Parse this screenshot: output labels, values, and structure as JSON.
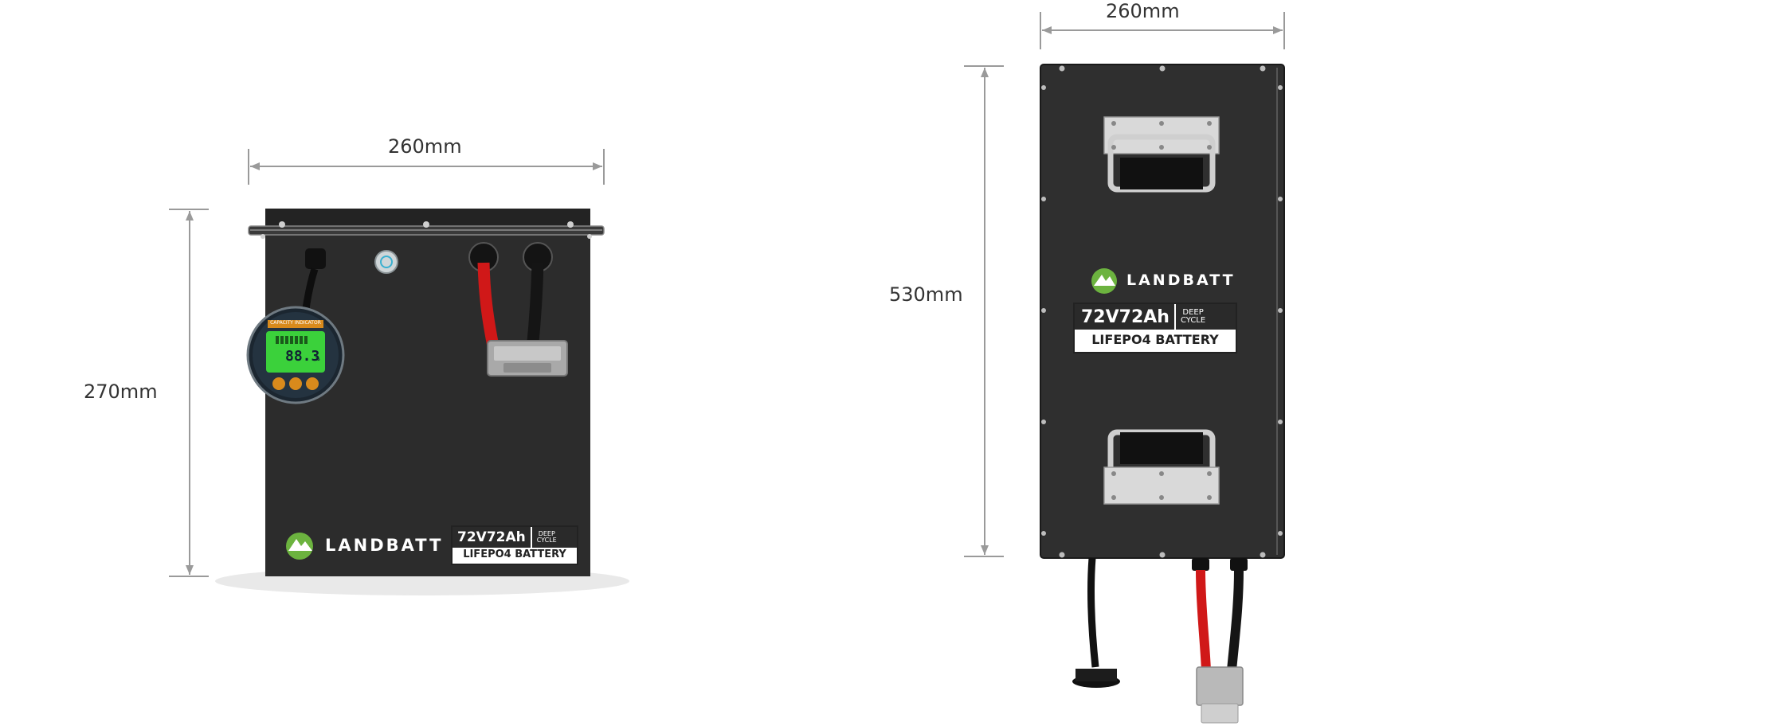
{
  "front_view": {
    "width_label": "260mm",
    "height_label": "270mm",
    "brand": "LANDBATT",
    "model": "72V72Ah",
    "deep_cycle": [
      "DEEP",
      "CYCLE"
    ],
    "chemistry": "LIFEPO4 BATTERY",
    "meter": {
      "header": "CAPACITY INDICATOR",
      "reading": "88.3",
      "unit": "%"
    }
  },
  "top_view": {
    "width_label": "260mm",
    "length_label": "530mm",
    "brand": "LANDBATT",
    "model": "72V72Ah",
    "deep_cycle": [
      "DEEP",
      "CYCLE"
    ],
    "chemistry": "LIFEPO4 BATTERY"
  },
  "colors": {
    "case": "#2b2b2b",
    "case_edge": "#1a1a1a",
    "positive_cable": "#d01818",
    "negative_cable": "#1a1a1a",
    "lcd": "#3bd13b",
    "logo_green": "#6cb33f",
    "dimension_line": "#9a9a9a"
  }
}
